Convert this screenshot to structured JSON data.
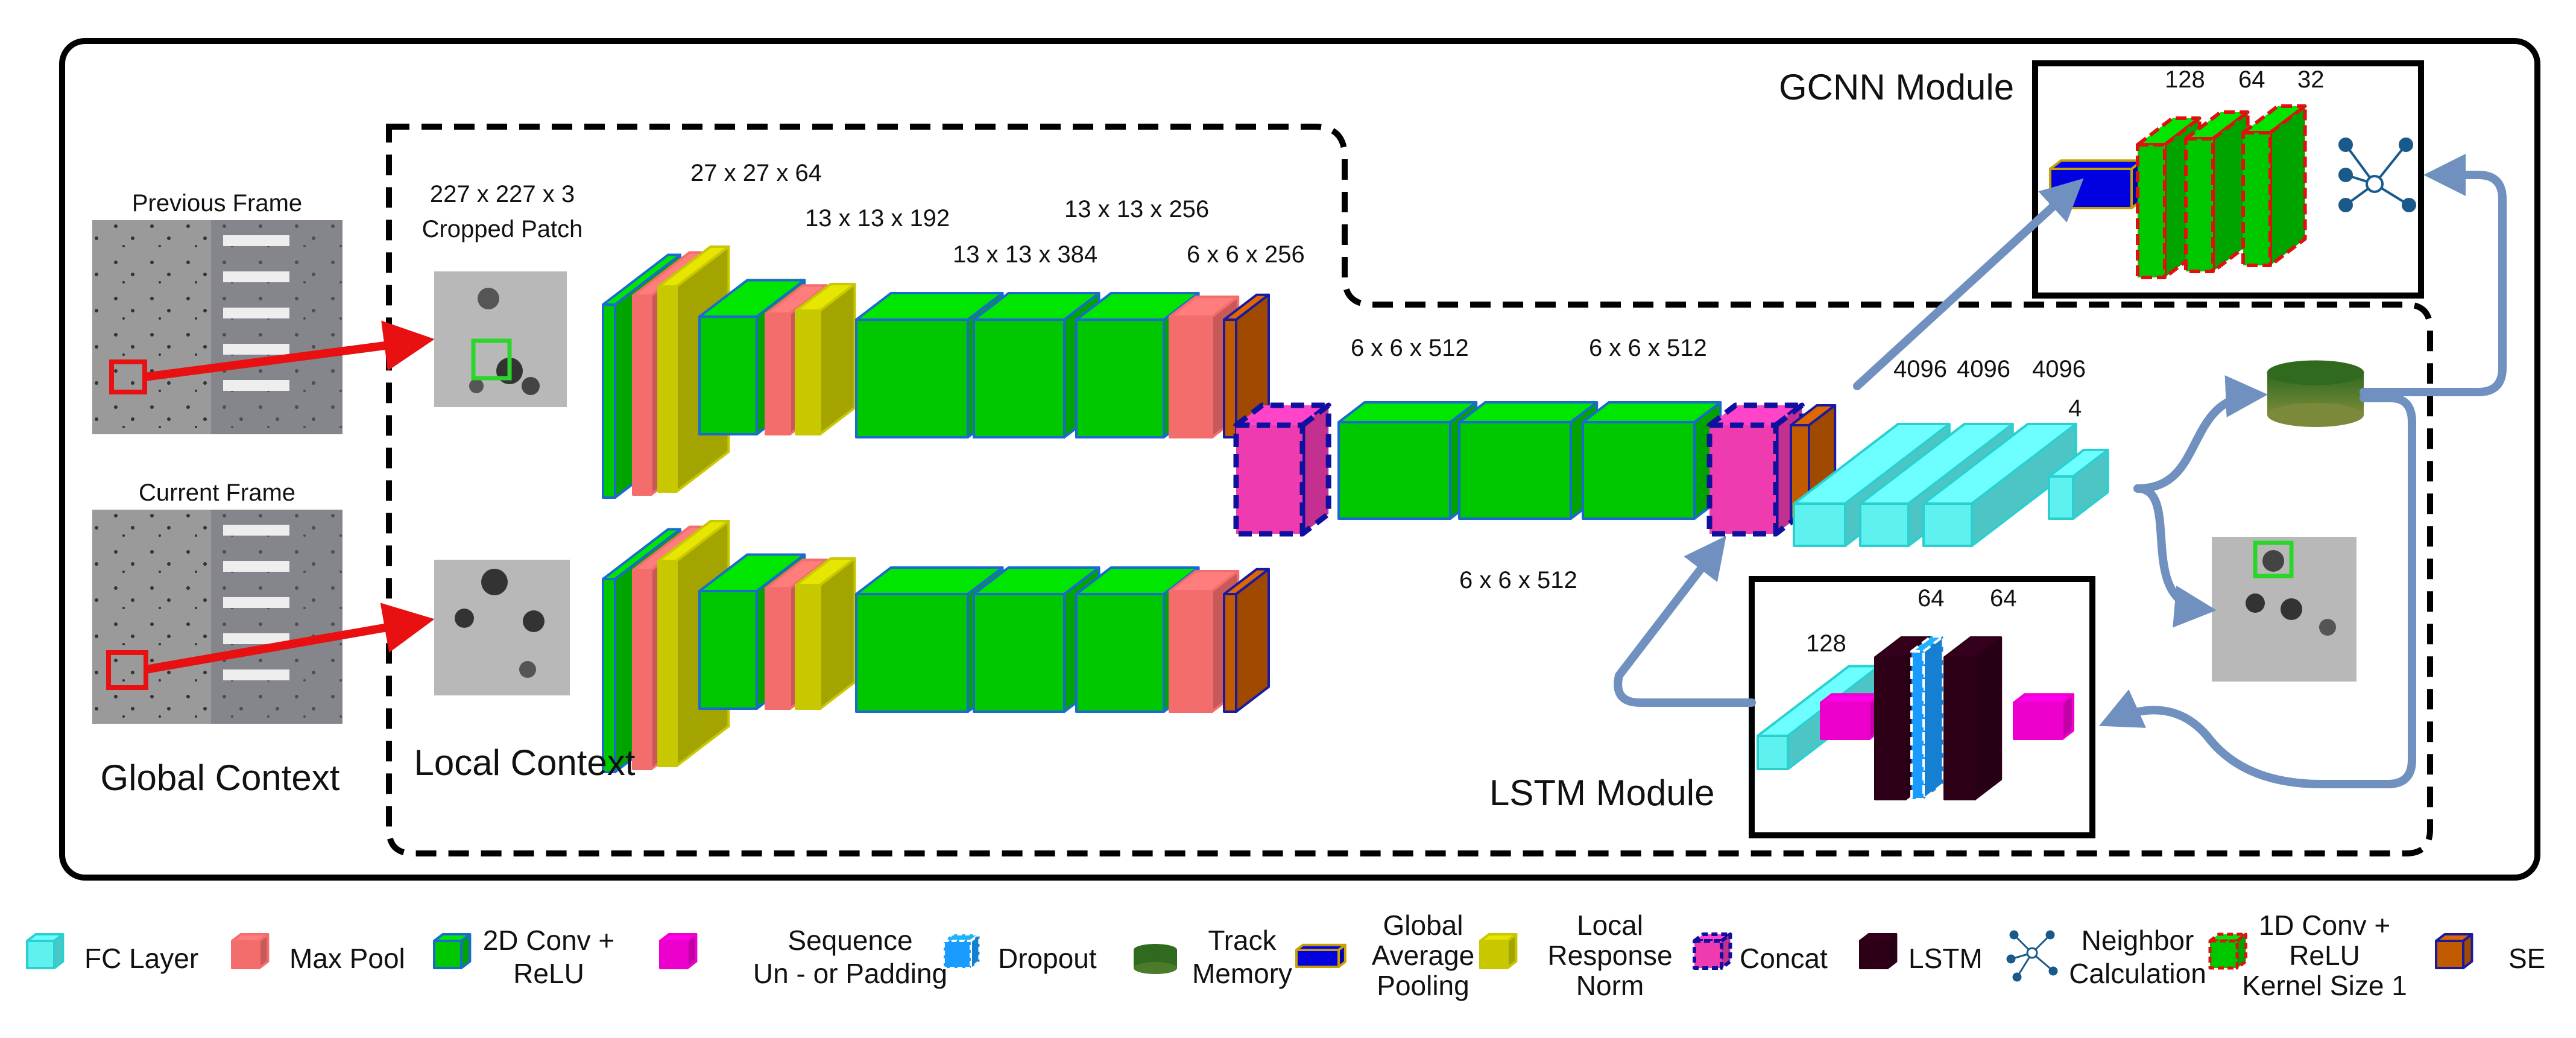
{
  "global_context": {
    "title": "Global Context",
    "prev_frame_label": "Previous Frame",
    "curr_frame_label": "Current Frame"
  },
  "local_context": {
    "title": "Local Context",
    "input_label_line1": "227 x 227 x 3",
    "input_label_line2": "Cropped Patch"
  },
  "dims": {
    "d27": "27 x 27 x 64",
    "d13_192": "13 x 13 x 192",
    "d13_384": "13 x 13 x 384",
    "d13_256": "13 x 13 x 256",
    "d6_256": "6 x 6 x 256",
    "d6_512_a": "6 x 6 x 512",
    "d6_512_b": "6 x 6 x 512",
    "d6_512_c": "6 x 6 x 512"
  },
  "fc": {
    "f1": "4096",
    "f2": "4096",
    "f3": "4096",
    "out": "4"
  },
  "gcnn": {
    "title": "GCNN Module",
    "c1": "128",
    "c2": "64",
    "c3": "32"
  },
  "lstm": {
    "title": "LSTM Module",
    "fc": "128",
    "l1": "64",
    "l2": "64"
  },
  "legend": {
    "fc": "FC Layer",
    "maxpool": "Max Pool",
    "conv2d_1": "2D Conv +",
    "conv2d_2": "ReLU",
    "seq_1": "Sequence",
    "seq_2": "Un - or Padding",
    "dropout": "Dropout",
    "track_1": "Track",
    "track_2": "Memory",
    "gap_1": "Global",
    "gap_2": "Average",
    "gap_3": "Pooling",
    "lrn_1": "Local",
    "lrn_2": "Response",
    "lrn_3": "Norm",
    "concat": "Concat",
    "lstm": "LSTM",
    "neighbor_1": "Neighbor",
    "neighbor_2": "Calculation",
    "conv1d_1": "1D Conv +",
    "conv1d_2": "ReLU",
    "conv1d_3": "Kernel Size 1",
    "se": "SE"
  },
  "colors": {
    "conv": "#00c800",
    "maxpool": "#f46d6d",
    "lrn": "#c8c800",
    "se": "#c25a00",
    "concat": "#ee3bb0",
    "fc": "#5ff0f0",
    "gap": "#0000e0",
    "lstm": "#2e0018",
    "seq": "#ee00cc",
    "dropout": "#1a9bff",
    "memory": "#2f6a1e",
    "arrow_blue": "#7090c0",
    "arrow_red": "#e81010"
  }
}
